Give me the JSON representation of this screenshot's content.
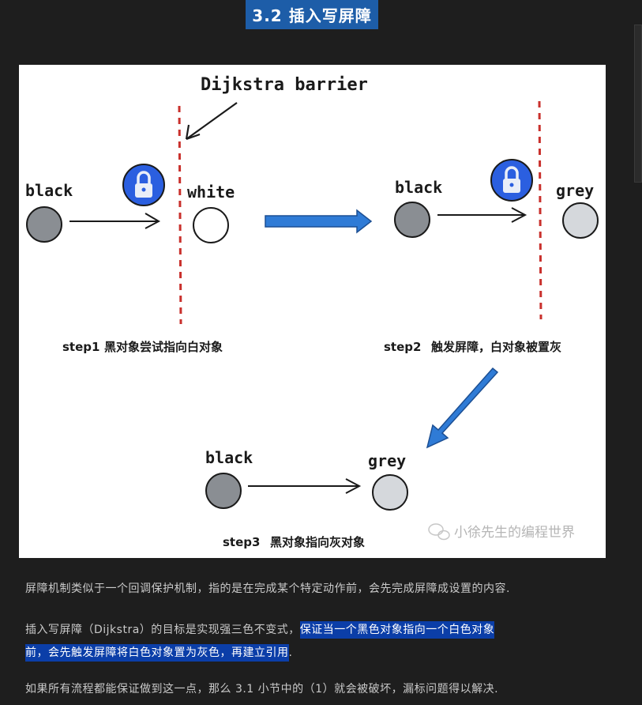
{
  "heading": "3.2 插入写屏障",
  "figure": {
    "barrier_label": "Dijkstra barrier",
    "step1": {
      "from_label": "black",
      "to_label": "white",
      "caption_step": "step1",
      "caption": "黑对象尝试指向白对象"
    },
    "step2": {
      "from_label": "black",
      "to_label": "grey",
      "caption_step": "step2",
      "caption": "触发屏障，白对象被置灰"
    },
    "step3": {
      "from_label": "black",
      "to_label": "grey",
      "caption_step": "step3",
      "caption": "黑对象指向灰对象"
    },
    "watermark": "小徐先生的编程世界",
    "colors": {
      "barrier": "#c9302c",
      "arrow": "#2f7bd6",
      "black_node": "#8a8e93",
      "grey_node": "#d5d8dc",
      "lock": "#2b5fe0"
    }
  },
  "paragraphs": {
    "p1": "屏障机制类似于一个回调保护机制，指的是在完成某个特定动作前，会先完成屏障成设置的内容.",
    "p2_plain": "插入写屏障（Dijkstra）的目标是实现强三色不变式，",
    "p2_highlight_1": "保证当一个黑色对象指向一个白色对象",
    "p2_highlight_2": "前，会先触发屏障将白色对象置为灰色，再建立引用",
    "p2_tail": ".",
    "p3": "如果所有流程都能保证做到这一点，那么 3.1 小节中的（1）就会被破坏，漏标问题得以解决."
  }
}
